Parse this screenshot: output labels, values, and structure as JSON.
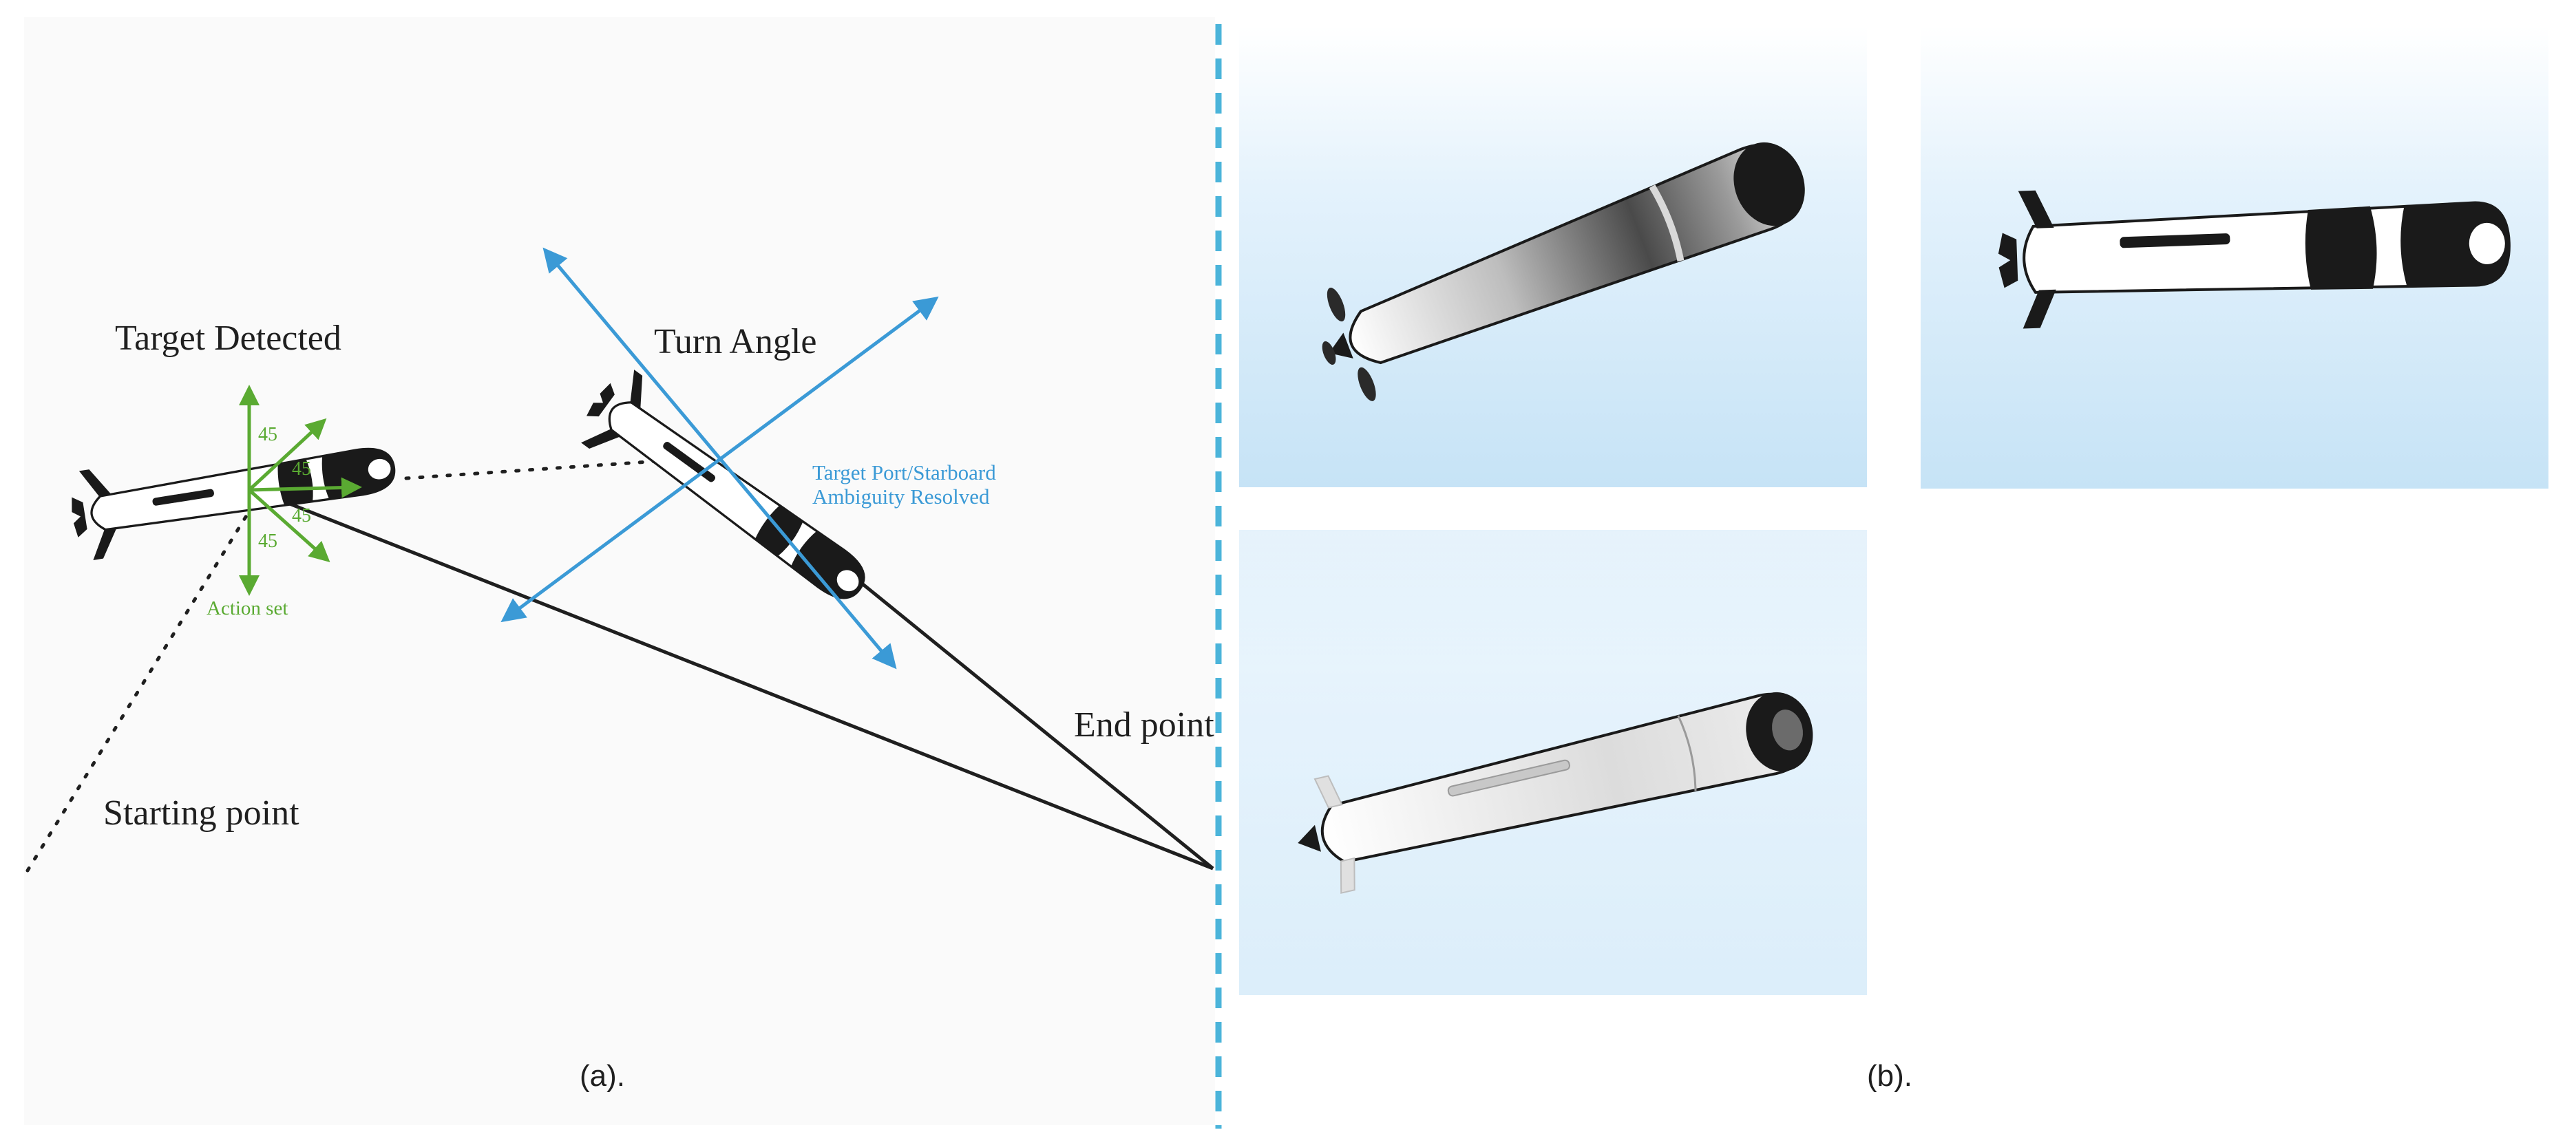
{
  "panel_a": {
    "caption": "(a).",
    "labels": {
      "target_detected": "Target Detected",
      "turn_angle": "Turn Angle",
      "starting_point": "Starting point",
      "end_point": "End point",
      "action_set": "Action set",
      "ambiguity_line1": "Target Port/Starboard",
      "ambiguity_line2": "Ambiguity Resolved"
    },
    "action_angles": [
      "45",
      "45",
      "45",
      "45"
    ]
  },
  "panel_b": {
    "caption": "(b)."
  },
  "colors": {
    "action_green": "#5aaa32",
    "turn_blue": "#3b9ad6",
    "divider_blue": "#4bb4da",
    "path_black": "#1f1f1f",
    "sky_top": "#ffffff",
    "sky_bottom": "#c6e3f6"
  }
}
